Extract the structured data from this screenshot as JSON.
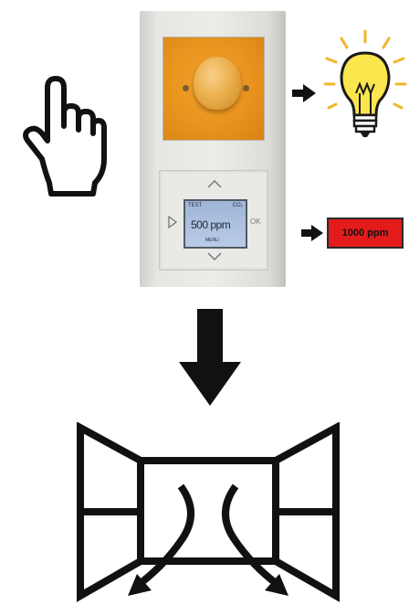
{
  "device": {
    "lcd_value": "500 ppm",
    "lcd_top_left": "TEST",
    "lcd_top_right": "CO₂",
    "lcd_bottom": "MENU",
    "ok_button": "OK",
    "bottom_label": "—"
  },
  "alarm": {
    "threshold_label": "1000 ppm",
    "box_color": "#e41b1b"
  },
  "icons": [
    "hand-pointer-icon",
    "light-bulb-icon",
    "arrow-right-icon",
    "arrow-down-icon",
    "open-window-icon"
  ]
}
